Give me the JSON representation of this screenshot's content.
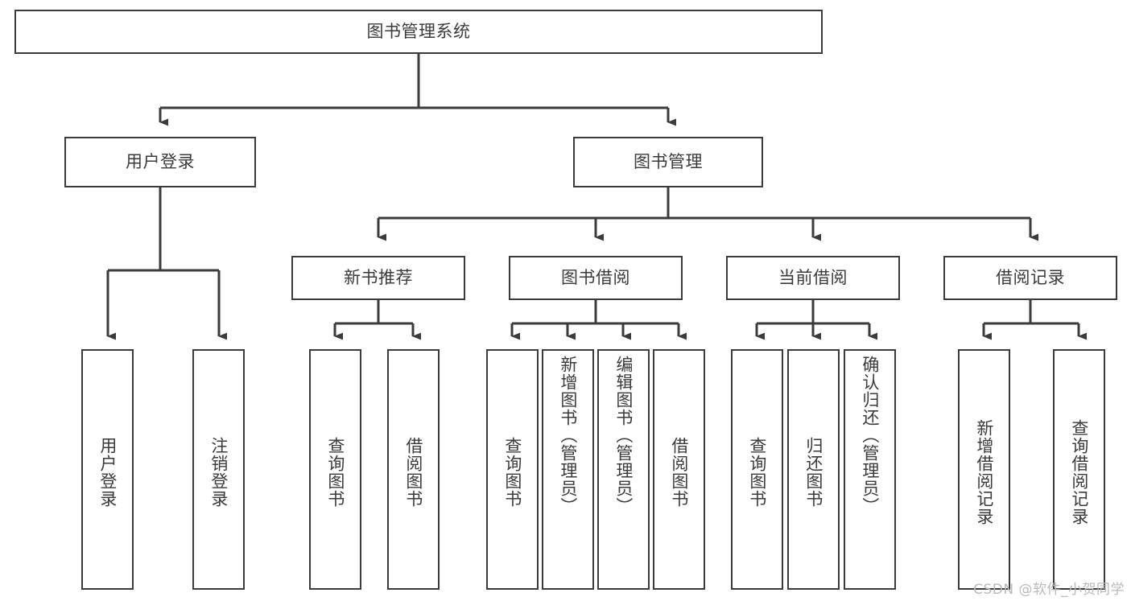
{
  "diagram": {
    "type": "tree",
    "title": "图书管理系统",
    "style": {
      "line_color": "#3b3b3b",
      "box_border_color": "#3b3b3b",
      "box_fill": "#ffffff",
      "text_color": "#3a3a3a",
      "watermark_color": "#b9b9b9",
      "background": "#ffffff"
    },
    "levels": {
      "root": {
        "label": "图书管理系统"
      },
      "level2": [
        {
          "label": "用户登录"
        },
        {
          "label": "图书管理"
        }
      ],
      "level3": [
        {
          "label": "新书推荐"
        },
        {
          "label": "图书借阅"
        },
        {
          "label": "当前借阅"
        },
        {
          "label": "借阅记录"
        }
      ],
      "leaves": [
        {
          "label": "用户登录",
          "parent": "用户登录"
        },
        {
          "label": "注销登录",
          "parent": "用户登录"
        },
        {
          "label": "查询图书",
          "parent": "新书推荐"
        },
        {
          "label": "借阅图书",
          "parent": "新书推荐"
        },
        {
          "label": "查询图书",
          "parent": "图书借阅"
        },
        {
          "label": "新增图书（管理员）",
          "parent": "图书借阅"
        },
        {
          "label": "编辑图书（管理员）",
          "parent": "图书借阅"
        },
        {
          "label": "借阅图书",
          "parent": "图书借阅"
        },
        {
          "label": "查询图书",
          "parent": "当前借阅"
        },
        {
          "label": "归还图书",
          "parent": "当前借阅"
        },
        {
          "label": "确认归还（管理员）",
          "parent": "当前借阅"
        },
        {
          "label": "新增借阅记录",
          "parent": "借阅记录"
        },
        {
          "label": "查询借阅记录",
          "parent": "借阅记录"
        }
      ]
    },
    "watermark": "CSDN @软件_小贺同学"
  }
}
